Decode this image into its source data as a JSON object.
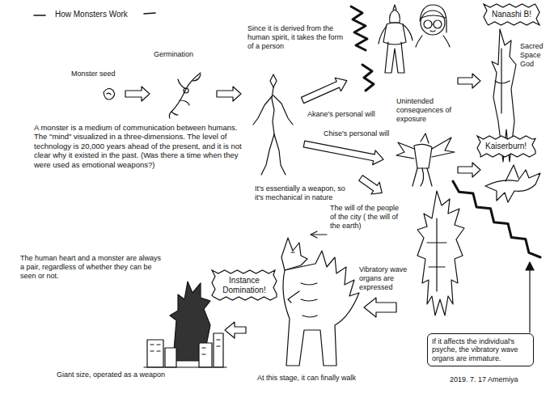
{
  "diagram": {
    "title": "How Monsters Work",
    "nodes": [
      {
        "text": [
          "Nanashi B!"
        ]
      },
      {
        "text": [
          "Kaiserburn!"
        ]
      },
      {
        "text": [
          "Instance Domination!"
        ]
      },
      {
        "text": [
          "If it affects the individual's psyche, the vibratory wave organs are immature."
        ]
      }
    ],
    "labels": [
      "Monster seed",
      "Germination",
      "Since it is derived from the human spirit, it takes the form of a person",
      "Sacred Space God",
      "Akane's personal will",
      "Unintended consequences of exposure",
      "A monster is a medium of communication between humans. The \"mind\" visualized in a three-dimensions. The level of technology is 20,000 years ahead of the present, and it is not clear why it existed in the past. (Was there a time when they were used as emotional weapons?)",
      "Chise's personal will",
      "It's essentially a weapon, so it's mechanical in nature",
      "The will of the people of the city ( the will of the earth)",
      "The human heart and a monster are always a pair, regardless of whether they can be seen or not.",
      "Vibratory wave organs are expressed",
      "Giant size, operated as a weapon",
      "At this stage, it can finally walk",
      "2019. 7. 17 Amemiya"
    ]
  }
}
